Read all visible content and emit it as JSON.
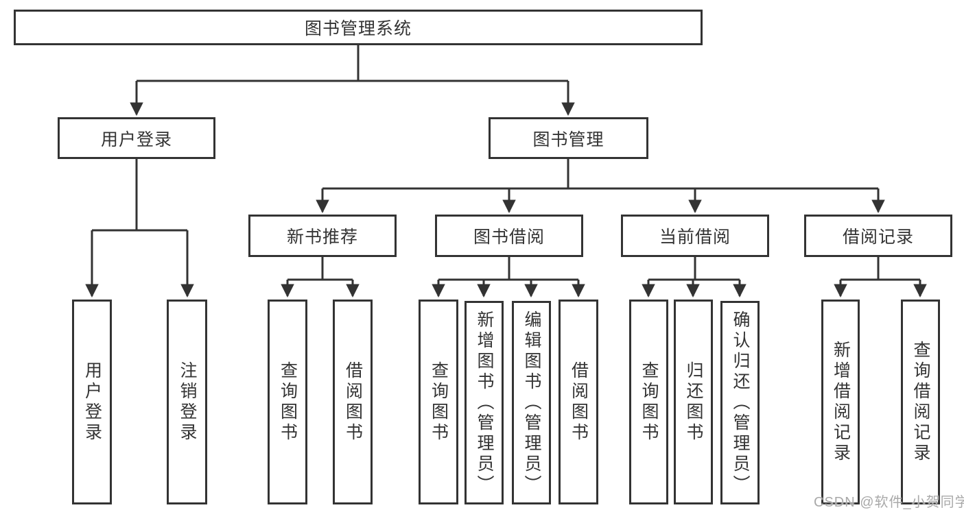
{
  "diagram": {
    "title_node": {
      "label": "图书管理系统"
    },
    "level2": {
      "user_login": {
        "label": "用户登录"
      },
      "book_mgmt": {
        "label": "图书管理"
      }
    },
    "level3": {
      "new_book_rec": {
        "label": "新书推荐"
      },
      "book_borrow": {
        "label": "图书借阅"
      },
      "current_borrow": {
        "label": "当前借阅"
      },
      "borrow_record": {
        "label": "借阅记录"
      }
    },
    "leaves": {
      "ul_user_login": {
        "label": "用户登录"
      },
      "ul_logout": {
        "label": "注销登录"
      },
      "nbr_query": {
        "label": "查询图书"
      },
      "nbr_borrow": {
        "label": "借阅图书"
      },
      "bb_query": {
        "label": "查询图书"
      },
      "bb_add": {
        "label": "新增图书（管理员）"
      },
      "bb_edit": {
        "label": "编辑图书（管理员）"
      },
      "bb_borrow": {
        "label": "借阅图书"
      },
      "cb_query": {
        "label": "查询图书"
      },
      "cb_return": {
        "label": "归还图书"
      },
      "cb_confirm": {
        "label": "确认归还（管理员）"
      },
      "br_add": {
        "label": "新增借阅记录"
      },
      "br_query": {
        "label": "查询借阅记录"
      }
    },
    "colors": {
      "line": "#333333",
      "border": "#333333",
      "text": "#333333",
      "watermark": "#a9a9a9",
      "background": "#ffffff"
    }
  },
  "watermark": {
    "text": "CSDN @软件_小贺同学"
  }
}
